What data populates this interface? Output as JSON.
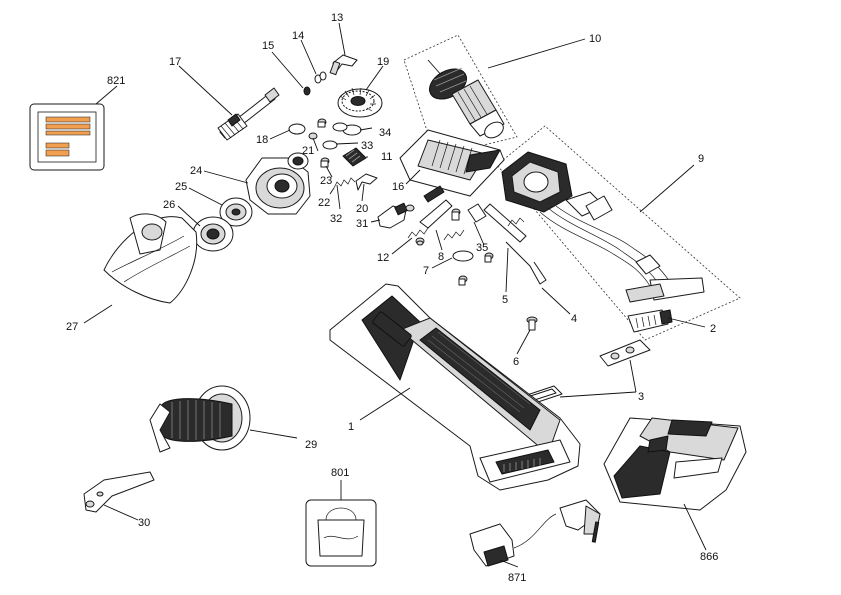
{
  "part_labels": {
    "p1": "1",
    "p2": "2",
    "p3": "3",
    "p4": "4",
    "p5": "5",
    "p6": "6",
    "p7": "7",
    "p8": "8",
    "p9": "9",
    "p10": "10",
    "p11": "11",
    "p12": "12",
    "p13": "13",
    "p14": "14",
    "p15": "15",
    "p16": "16",
    "p17": "17",
    "p18": "18",
    "p19": "19",
    "p20": "20",
    "p21": "21",
    "p22": "22",
    "p23": "23",
    "p24": "24",
    "p25": "25",
    "p26": "26",
    "p27": "27",
    "p29": "29",
    "p30": "30",
    "p31": "31",
    "p32": "32",
    "p33": "33",
    "p34": "34",
    "p35": "35",
    "p801": "801",
    "p821": "821",
    "p866": "866",
    "p871": "871"
  },
  "colors": {
    "label_orange": "#f0a050",
    "outline": "#1a1a1a",
    "background": "#ffffff"
  }
}
